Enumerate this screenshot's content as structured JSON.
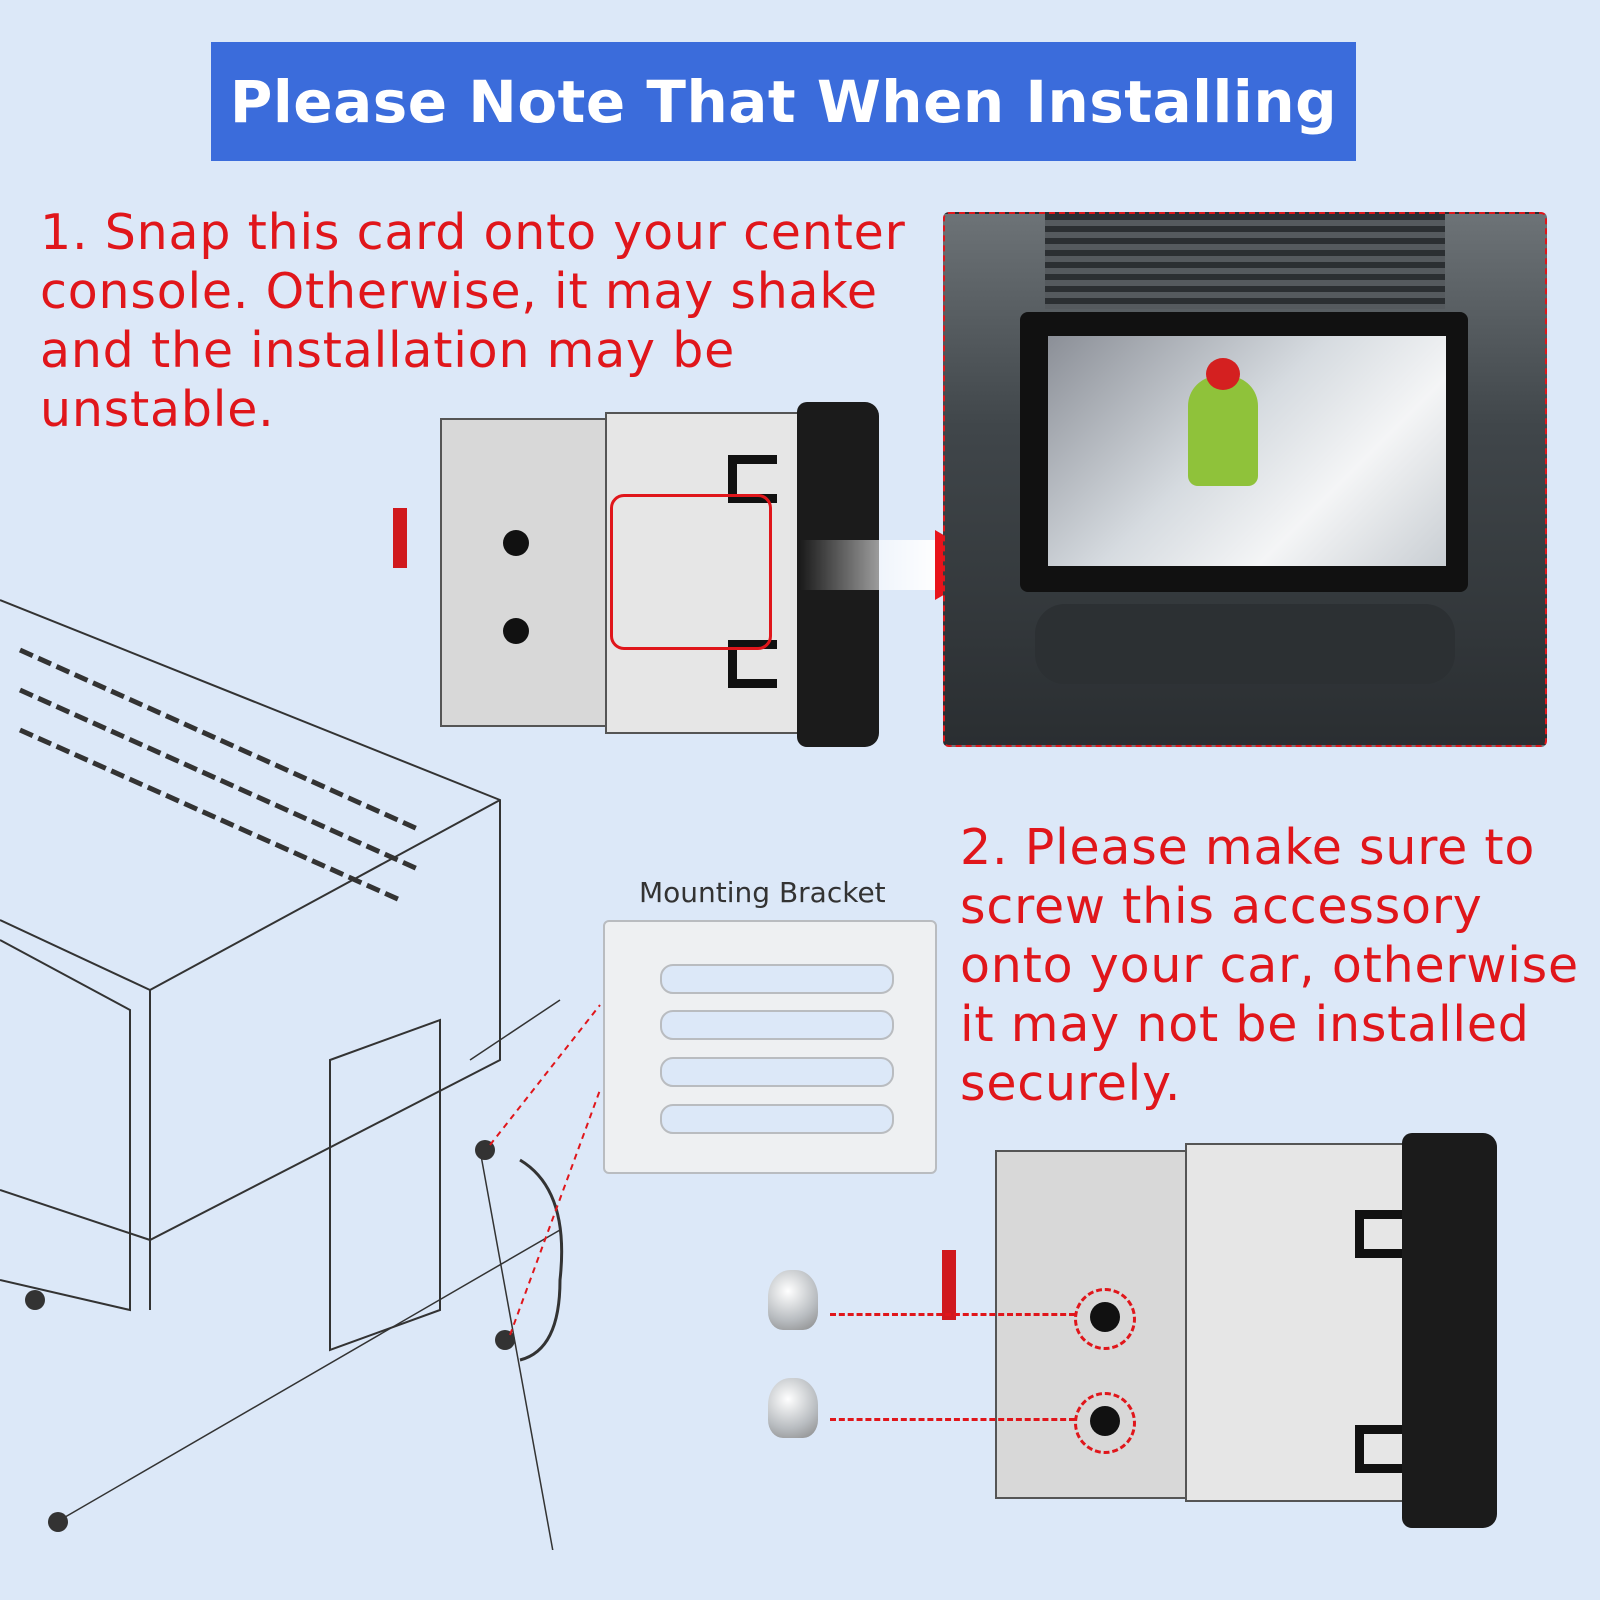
{
  "header": {
    "title": "Please Note That When Installing"
  },
  "notes": [
    {
      "text": "1. Snap this card onto your center console. Otherwise, it may shake and the installation may be unstable."
    },
    {
      "text": "2. Please make sure to screw this accessory onto your car, otherwise it may not be installed securely."
    }
  ],
  "bracket": {
    "label": "Mounting Bracket"
  },
  "colors": {
    "banner": "#3b6cdb",
    "note_text": "#e0161b",
    "background": "#dce8f8"
  }
}
